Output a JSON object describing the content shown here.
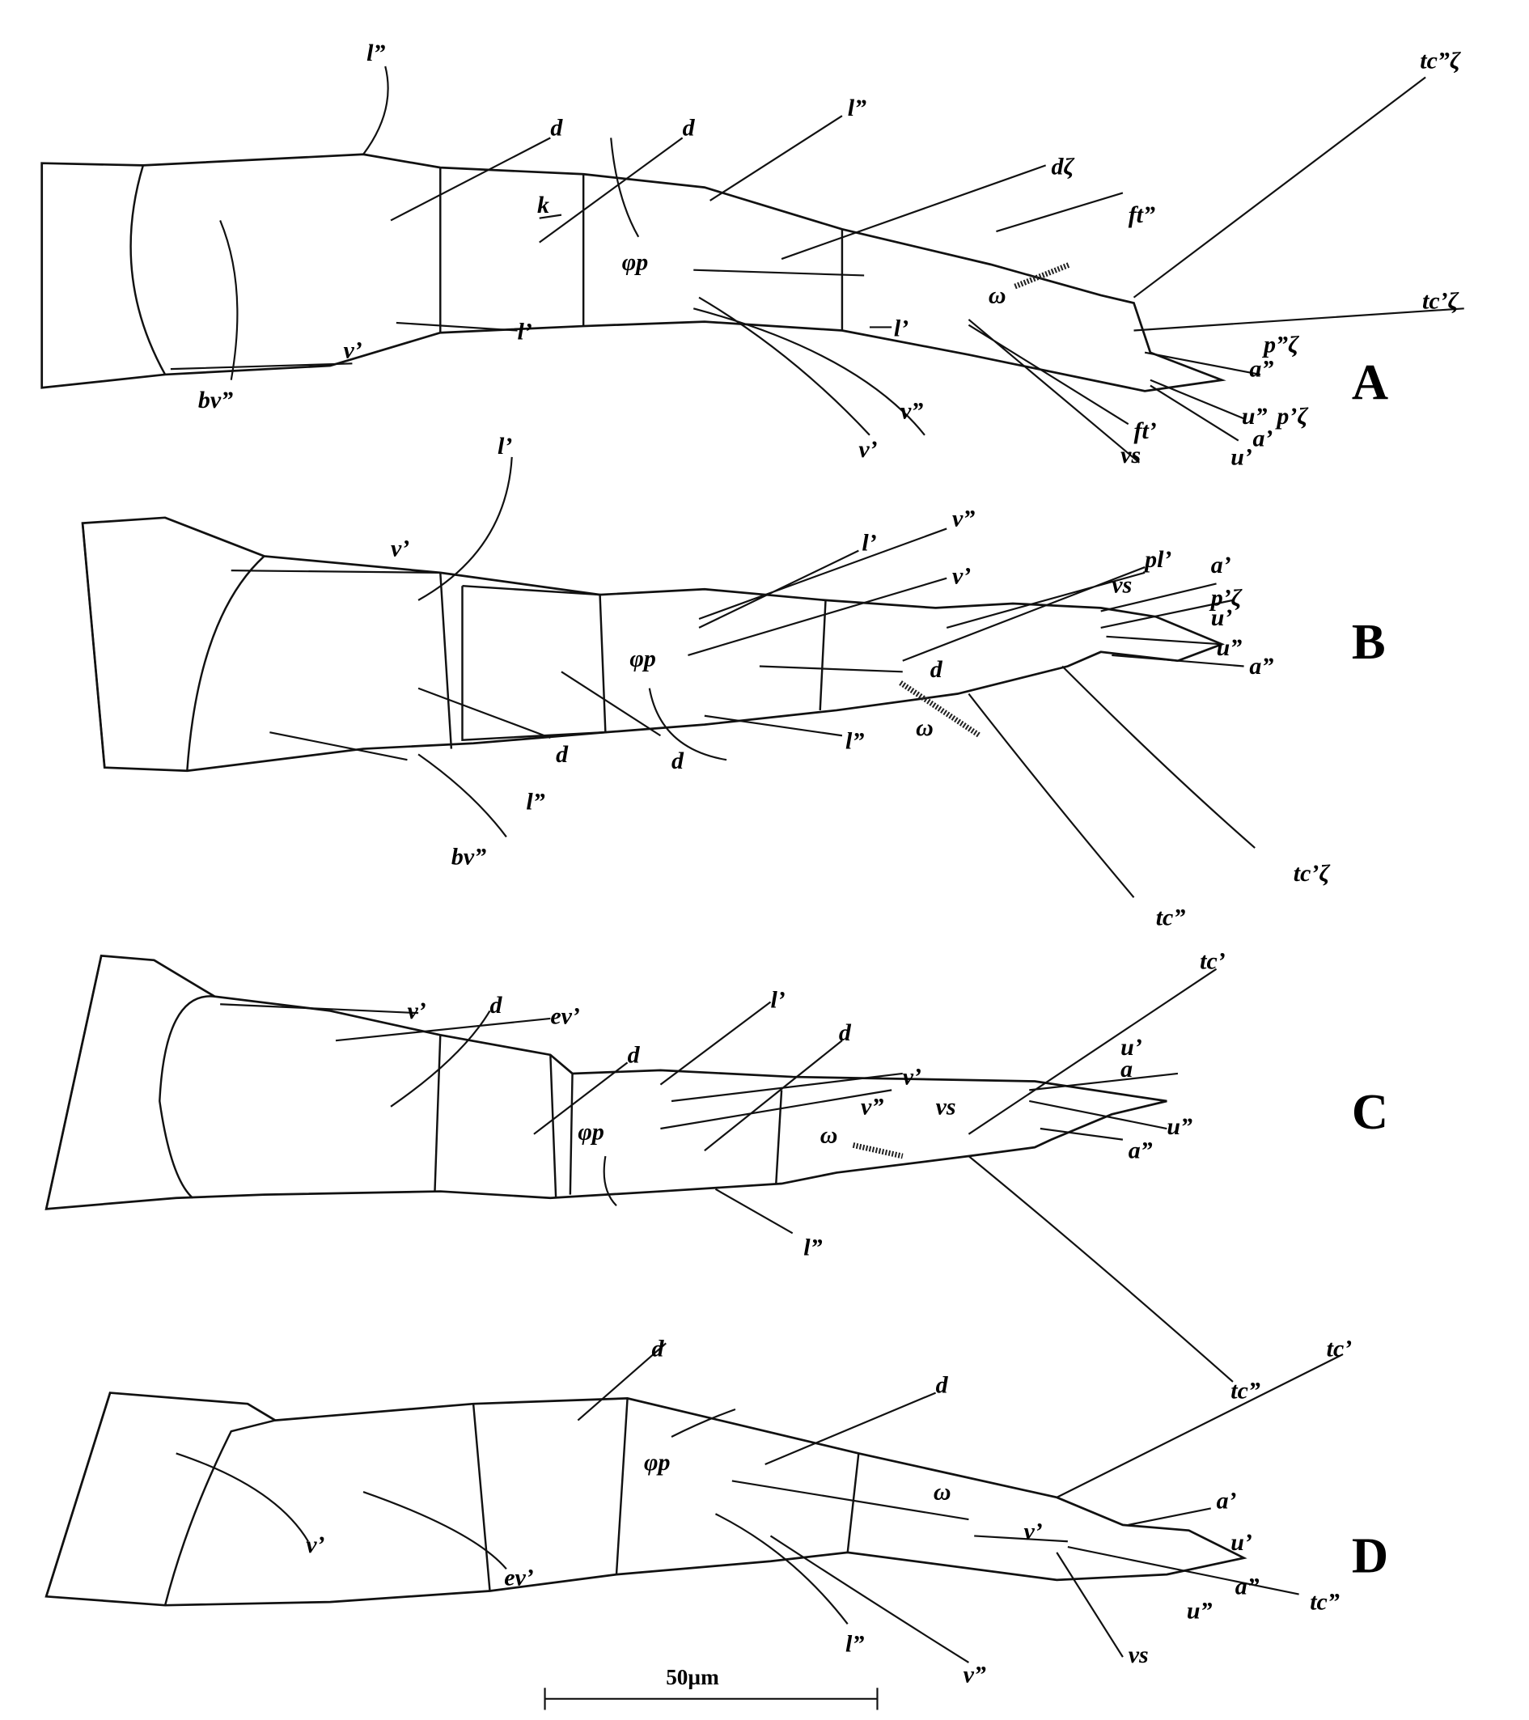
{
  "panels": {
    "A": {
      "letter": "A",
      "labels": [
        "l”",
        "d",
        "d",
        "l”",
        "dζ",
        "tc”ζ",
        "k",
        "φp",
        "ft”",
        "ω",
        "tc’ζ",
        "p”ζ",
        "a”",
        "v’",
        "l’",
        "l’",
        "bv”",
        "v’",
        "v”",
        "ft’",
        "vs",
        "u”",
        "p’ζ",
        "a’",
        "u’"
      ]
    },
    "B": {
      "letter": "B",
      "labels": [
        "l’",
        "v’",
        "l’",
        "v”",
        "v’",
        "pl’",
        "vs",
        "a’",
        "p’ζ",
        "u’",
        "u”",
        "a”",
        "φp",
        "d",
        "d",
        "d",
        "l”",
        "ω",
        "l”",
        "bv”",
        "tc”",
        "tc’ζ"
      ]
    },
    "C": {
      "letter": "C",
      "labels": [
        "tc’",
        "v’",
        "d",
        "ev’",
        "l’",
        "d",
        "d",
        "u’",
        "a",
        "v’",
        "v”",
        "vs",
        "φp",
        "ω",
        "u”",
        "a”",
        "l”",
        "tc”"
      ]
    },
    "D": {
      "letter": "D",
      "labels": [
        "d",
        "d",
        "tc’",
        "φp",
        "ω",
        "a’",
        "u’",
        "v’",
        "v’",
        "ev’",
        "a”",
        "tc”",
        "u”",
        "vs",
        "l”",
        "v”"
      ]
    }
  },
  "scale_bar": {
    "label": "50µm"
  }
}
